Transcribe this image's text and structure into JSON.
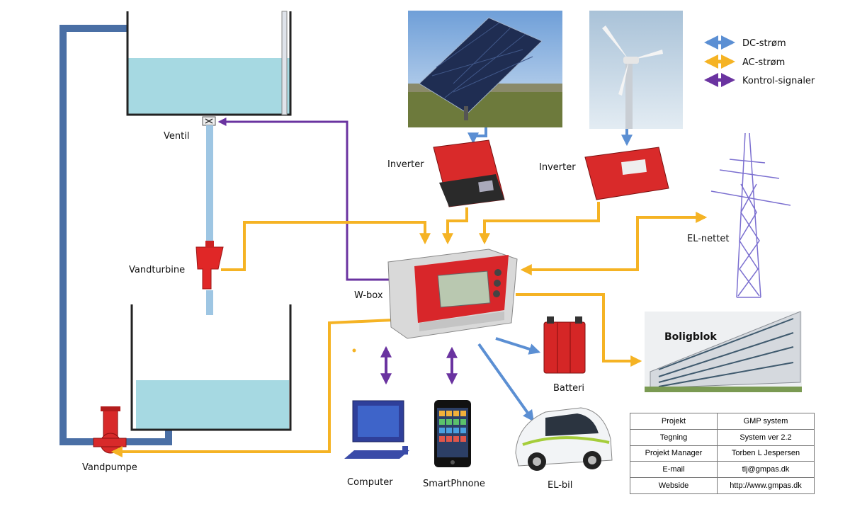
{
  "legend": [
    {
      "label": "DC-strøm",
      "color": "#5b8fd3"
    },
    {
      "label": "AC-strøm",
      "color": "#f5b324"
    },
    {
      "label": "Kontrol-signaler",
      "color": "#6a33a0"
    }
  ],
  "labels": {
    "ventil": "Ventil",
    "vandturbine": "Vandturbine",
    "vandpumpe": "Vandpumpe",
    "inverter_solar": "Inverter",
    "inverter_wind": "Inverter",
    "wbox": "W-box",
    "el_nettet": "EL-nettet",
    "boligblok": "Boligblok",
    "batteri": "Batteri",
    "computer": "Computer",
    "smartphone": "SmartPhnone",
    "el_bil": "EL-bil"
  },
  "info_table": [
    {
      "key": "Projekt",
      "value": "GMP system"
    },
    {
      "key": "Tegning",
      "value": "System ver  2.2"
    },
    {
      "key": "Projekt Manager",
      "value": "Torben L Jespersen"
    },
    {
      "key": "E-mail",
      "value": "tlj@gmpas.dk"
    },
    {
      "key": "Webside",
      "value": "http://www.gmpas.dk"
    }
  ],
  "colors": {
    "dc": "#5b8fd3",
    "ac": "#f5b324",
    "control": "#6a33a0",
    "water": "#a6d9e2",
    "pipe": "#4a6fa5",
    "device_red": "#d82a2a"
  }
}
